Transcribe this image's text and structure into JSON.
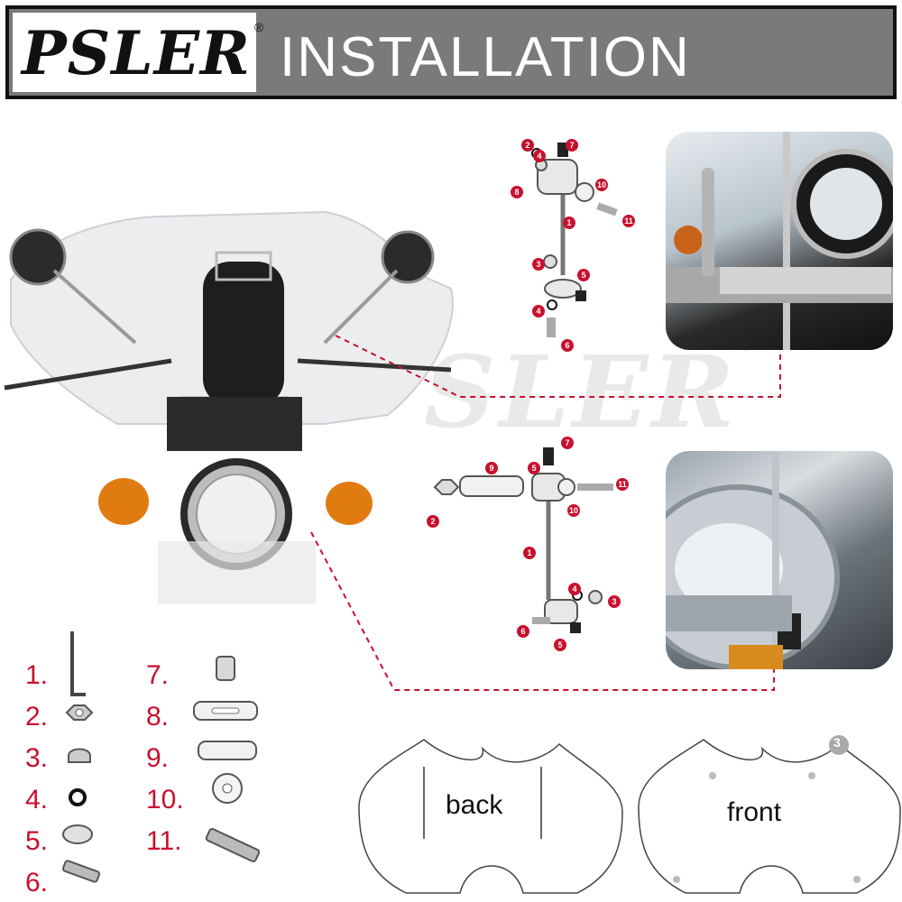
{
  "header": {
    "brand": "PSLER",
    "registered_mark": "®",
    "title": "INSTALLATION"
  },
  "watermark": "SLER",
  "watermark_mark": "®",
  "colors": {
    "accent": "#c8102e",
    "header_bg": "#7a7a7a",
    "header_border": "#111111"
  },
  "diagram_top": {
    "callouts": [
      "2",
      "4",
      "7",
      "8",
      "10",
      "11",
      "1",
      "3",
      "5",
      "4",
      "6"
    ]
  },
  "diagram_bottom": {
    "callouts": [
      "7",
      "9",
      "5",
      "11",
      "2",
      "10",
      "1",
      "4",
      "3",
      "6",
      "5"
    ]
  },
  "parts": [
    {
      "number": "1.",
      "icon": "hex-key-icon"
    },
    {
      "number": "2.",
      "icon": "hex-nut-icon"
    },
    {
      "number": "3.",
      "icon": "acorn-nut-icon"
    },
    {
      "number": "4.",
      "icon": "o-ring-icon"
    },
    {
      "number": "5.",
      "icon": "clamp-block-icon"
    },
    {
      "number": "6.",
      "icon": "hex-bolt-icon"
    },
    {
      "number": "7.",
      "icon": "rubber-cap-icon"
    },
    {
      "number": "8.",
      "icon": "slotted-bracket-icon"
    },
    {
      "number": "9.",
      "icon": "bent-bracket-icon"
    },
    {
      "number": "10.",
      "icon": "flat-washer-icon"
    },
    {
      "number": "11.",
      "icon": "long-bolt-icon"
    }
  ],
  "windshield": {
    "back_label": "back",
    "front_label": "front",
    "badge": "3"
  }
}
